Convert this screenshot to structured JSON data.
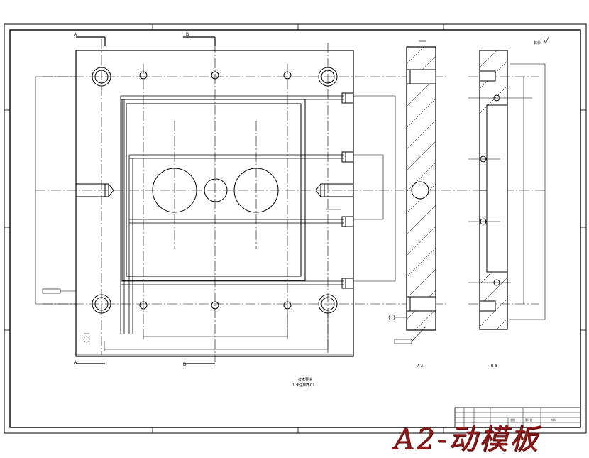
{
  "drawing": {
    "caption": "A2-动模板",
    "section_label_a": "A",
    "section_label_b": "B",
    "section_view_a": "A-A",
    "section_view_b": "B-B",
    "notes_title": "技术要求",
    "notes_line": "1.未注倒角C1",
    "roughness_note": "其余",
    "title_block": {
      "scale_label": "比例",
      "sheet_label": "第1张",
      "material_label": "材料"
    }
  },
  "colors": {
    "line": "#000000",
    "caption": "#8b1a1a"
  }
}
